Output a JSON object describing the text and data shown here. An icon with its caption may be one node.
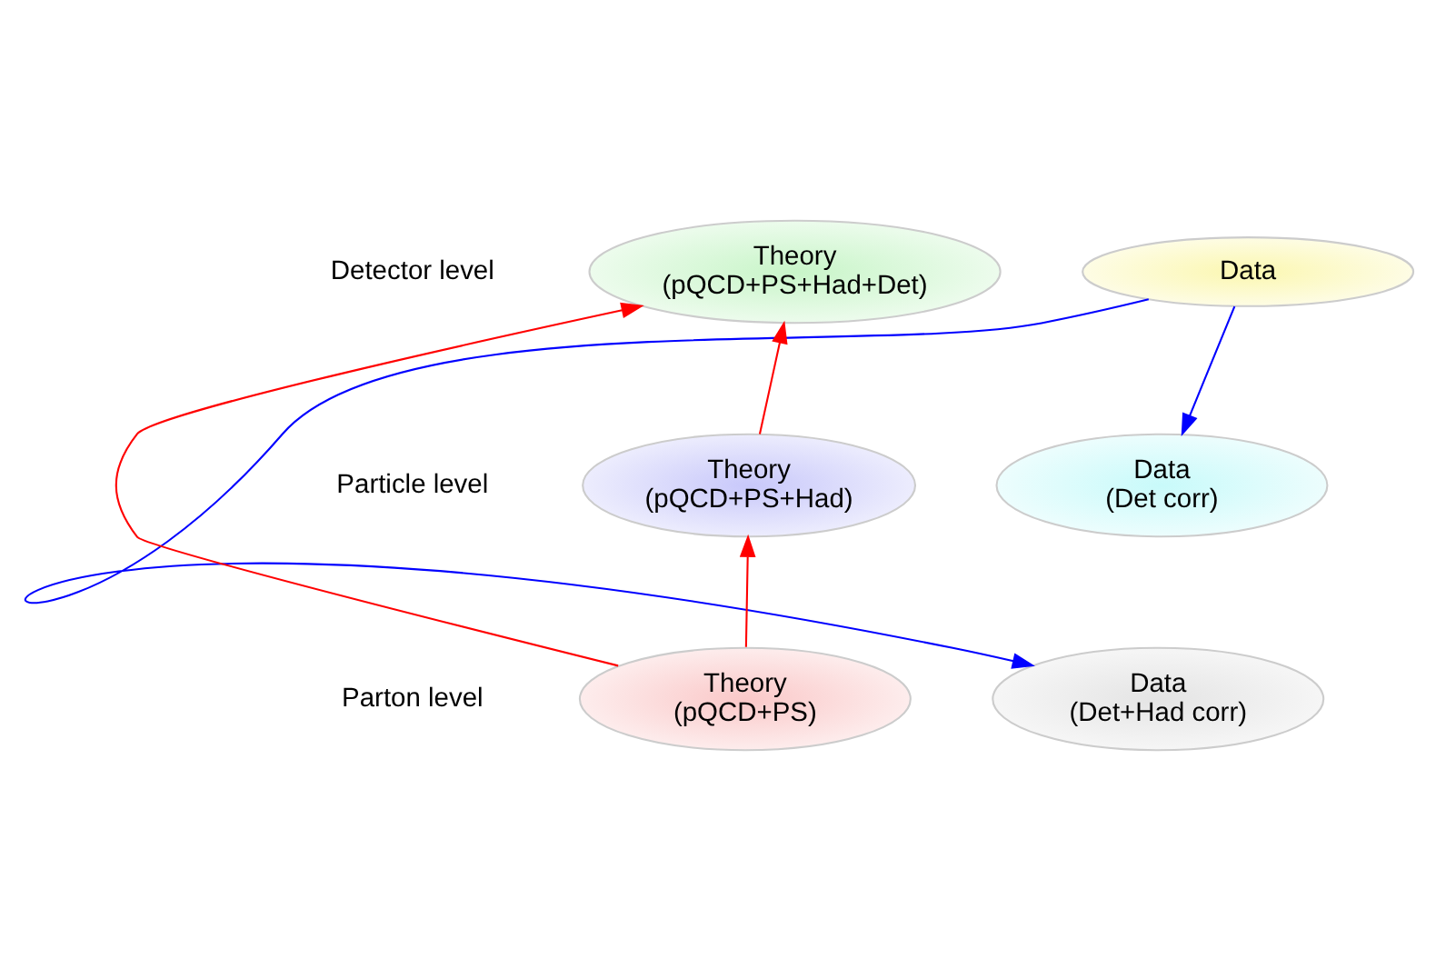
{
  "diagram": {
    "nodes": [
      {
        "text": [
          "Theory",
          "(pQCD+PS+Had+Det)"
        ]
      },
      {
        "text": [
          "Data"
        ]
      },
      {
        "text": [
          "Theory",
          "(pQCD+PS+Had)"
        ]
      },
      {
        "text": [
          "Data",
          "(Det corr)"
        ]
      },
      {
        "text": [
          "Theory",
          "(pQCD+PS)"
        ]
      },
      {
        "text": [
          "Data",
          "(Det+Had corr)"
        ]
      }
    ],
    "edges": [
      {
        "from": 4,
        "to": 2,
        "arrow": "to",
        "color": "#ff0000"
      },
      {
        "from": 2,
        "to": 0,
        "arrow": "to",
        "color": "#ff0000"
      },
      {
        "from": 4,
        "to": 0,
        "arrow": "to",
        "color": "#ff0000"
      },
      {
        "from": 1,
        "to": 3,
        "arrow": "to",
        "color": "#0000ff"
      },
      {
        "from": 1,
        "to": 5,
        "arrow": "to",
        "color": "#0000ff"
      }
    ],
    "labels": [
      "Detector level",
      "Particle level",
      "Parton level"
    ]
  }
}
